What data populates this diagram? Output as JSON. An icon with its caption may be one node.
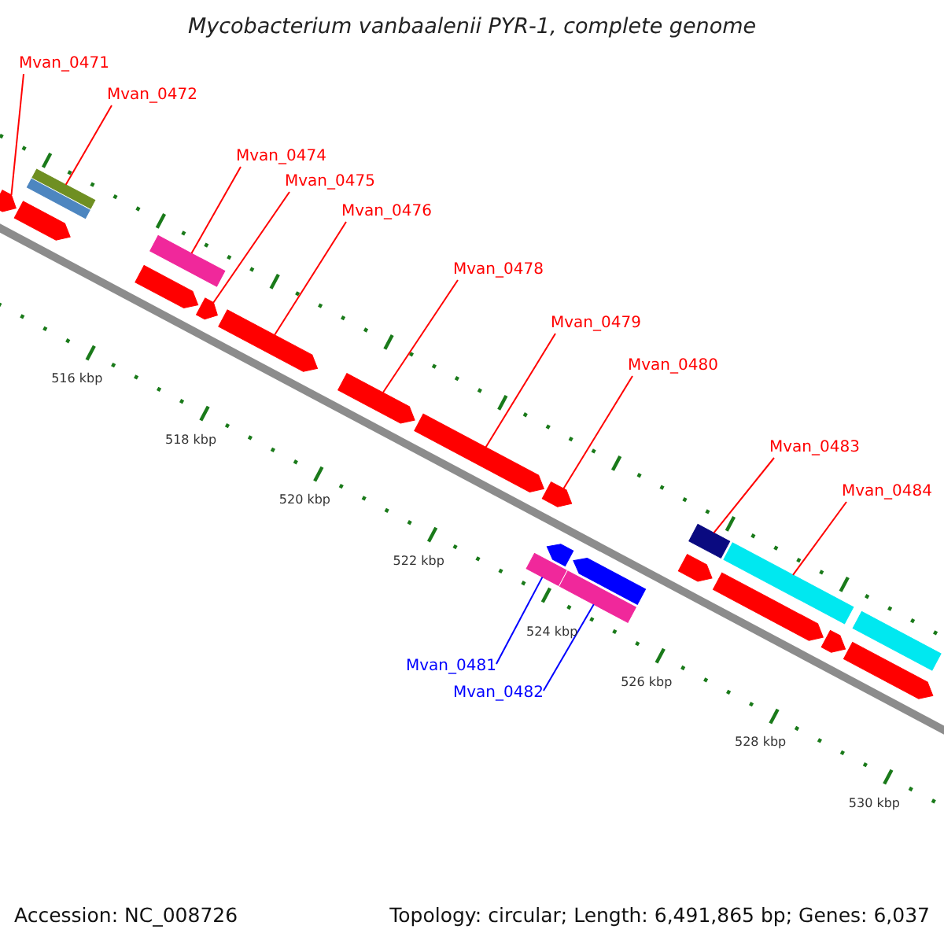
{
  "diagram": {
    "title": "Mycobacterium vanbaalenii PYR-1, complete genome",
    "nodes": [
      {
        "text": [
          "Mvan_0471"
        ]
      },
      {
        "text": [
          "Mvan_0472"
        ]
      },
      {
        "text": [
          "Mvan_0474"
        ]
      },
      {
        "text": [
          "Mvan_0475"
        ]
      },
      {
        "text": [
          "Mvan_0476"
        ]
      },
      {
        "text": [
          "Mvan_0478"
        ]
      },
      {
        "text": [
          "Mvan_0479"
        ]
      },
      {
        "text": [
          "Mvan_0480"
        ]
      },
      {
        "text": [
          "Mvan_0481"
        ]
      },
      {
        "text": [
          "Mvan_0482"
        ]
      },
      {
        "text": [
          "Mvan_0483"
        ]
      },
      {
        "text": [
          "Mvan_0484"
        ]
      },
      {
        "text": [],
        "shape": "block-arrow"
      },
      {
        "text": [],
        "shape": "bar"
      },
      {
        "text": [],
        "shape": "bar"
      },
      {
        "text": [],
        "shape": "block-arrow"
      },
      {
        "text": [],
        "shape": "block-arrow"
      },
      {
        "text": [],
        "shape": "block-arrow"
      },
      {
        "text": [],
        "shape": "block-arrow"
      },
      {
        "text": [],
        "shape": "block-arrow"
      },
      {
        "text": [],
        "shape": "bar"
      },
      {
        "text": [],
        "shape": "bar"
      },
      {
        "text": [],
        "shape": "bar"
      },
      {
        "text": [],
        "shape": "bar"
      },
      {
        "text": [],
        "shape": "block-arrow"
      },
      {
        "text": [],
        "shape": "bar"
      },
      {
        "text": [],
        "shape": "block-arrow"
      },
      {
        "text": [],
        "shape": "block-arrow"
      },
      {
        "text": [],
        "shape": "block-arrow"
      },
      {
        "text": [],
        "shape": "block-arrow"
      },
      {
        "text": [],
        "shape": "block-arrow"
      },
      {
        "text": [],
        "shape": "block-arrow"
      },
      {
        "text": [],
        "shape": "bar"
      },
      {
        "text": [],
        "shape": "block-arrow"
      }
    ],
    "edges": [
      {
        "from": 0,
        "to": 12,
        "arrow": "none"
      },
      {
        "from": 1,
        "to": 13,
        "arrow": "none"
      },
      {
        "from": 2,
        "to": 14,
        "arrow": "none"
      },
      {
        "from": 3,
        "to": 15,
        "arrow": "none"
      },
      {
        "from": 4,
        "to": 16,
        "arrow": "none"
      },
      {
        "from": 5,
        "to": 17,
        "arrow": "none"
      },
      {
        "from": 6,
        "to": 18,
        "arrow": "none"
      },
      {
        "from": 7,
        "to": 19,
        "arrow": "none"
      },
      {
        "from": 8,
        "to": 20,
        "arrow": "none",
        "color": "#0000ff"
      },
      {
        "from": 9,
        "to": 21,
        "arrow": "none",
        "color": "#0000ff"
      },
      {
        "from": 10,
        "to": 22,
        "arrow": "none"
      },
      {
        "from": 11,
        "to": 23,
        "arrow": "none"
      }
    ],
    "labels": [
      "516 kbp",
      "518 kbp",
      "520 kbp",
      "522 kbp",
      "524 kbp",
      "526 kbp",
      "528 kbp",
      "530 kbp",
      "Accession: NC_008726",
      "Topology: circular; Length: 6,491,865 bp; Genes: 6,037"
    ]
  }
}
